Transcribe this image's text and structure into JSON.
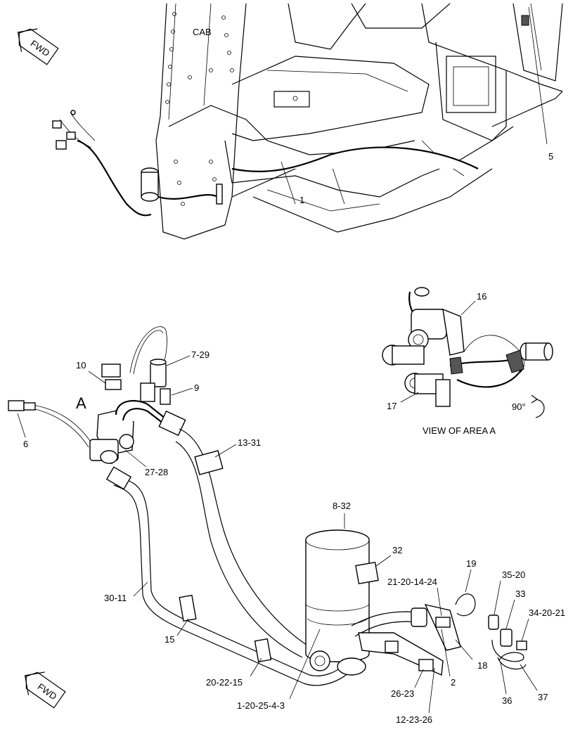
{
  "upper_view": {
    "cab_label": "CAB",
    "fwd_label": "FWD",
    "small_mark": "1",
    "callout_5": "5"
  },
  "lower_view": {
    "fwd_label": "FWD",
    "area_label": "A",
    "callouts": {
      "c10": "10",
      "c7_29": "7-29",
      "c9": "9",
      "c6": "6",
      "c27_28": "27-28",
      "c13_31": "13-31",
      "c8_32": "8-32",
      "c32": "32",
      "c19": "19",
      "c21_20_14_24": "21-20-14-24",
      "c35_20": "35-20",
      "c33": "33",
      "c34_20_21": "34-20-21",
      "c30_11": "30-11",
      "c15": "15",
      "c20_22_15": "20-22-15",
      "c1_20_25_4_3": "1-20-25-4-3",
      "c2": "2",
      "c18": "18",
      "c36": "36",
      "c37": "37",
      "c26_23": "26-23",
      "c12_23_26": "12-23-26"
    }
  },
  "detail_view": {
    "callout_16": "16",
    "callout_17": "17",
    "rotation": "90°",
    "caption": "VIEW OF AREA A"
  }
}
